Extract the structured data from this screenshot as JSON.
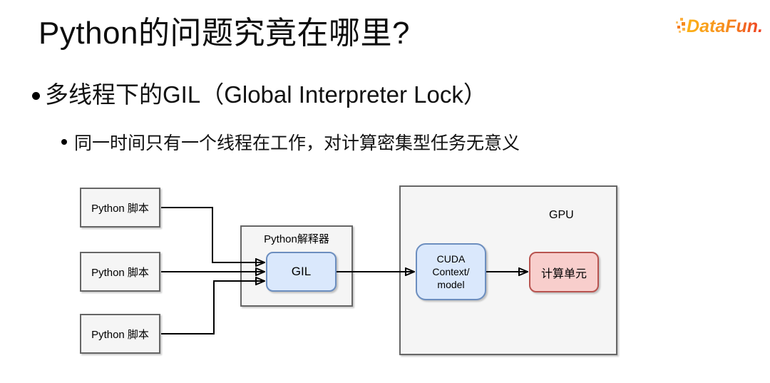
{
  "slide": {
    "title": "Python的问题究竟在哪里?",
    "logo_text": "DataFun.",
    "bullets": [
      {
        "level": 1,
        "text": "多线程下的GIL（Global Interpreter Lock）"
      },
      {
        "level": 2,
        "text": "同一时间只有一个线程在工作，对计算密集型任务无意义"
      }
    ]
  },
  "diagram": {
    "script_boxes": [
      "Python 脚本",
      "Python 脚本",
      "Python 脚本"
    ],
    "interpreter_label": "Python解释器",
    "gil_label": "GIL",
    "gpu_label": "GPU",
    "cuda_lines": [
      "CUDA",
      "Context/",
      "model"
    ],
    "compute_label": "计算单元"
  },
  "colors": {
    "blue_fill": "#dae8fc",
    "blue_border": "#6c8ebf",
    "red_fill": "#f8cecc",
    "red_border": "#b85450",
    "container_fill": "#f5f5f5",
    "container_border": "#666666",
    "logo_orange_start": "#fcb216",
    "logo_orange_end": "#ee3d23",
    "arrow_color": "#000000"
  }
}
